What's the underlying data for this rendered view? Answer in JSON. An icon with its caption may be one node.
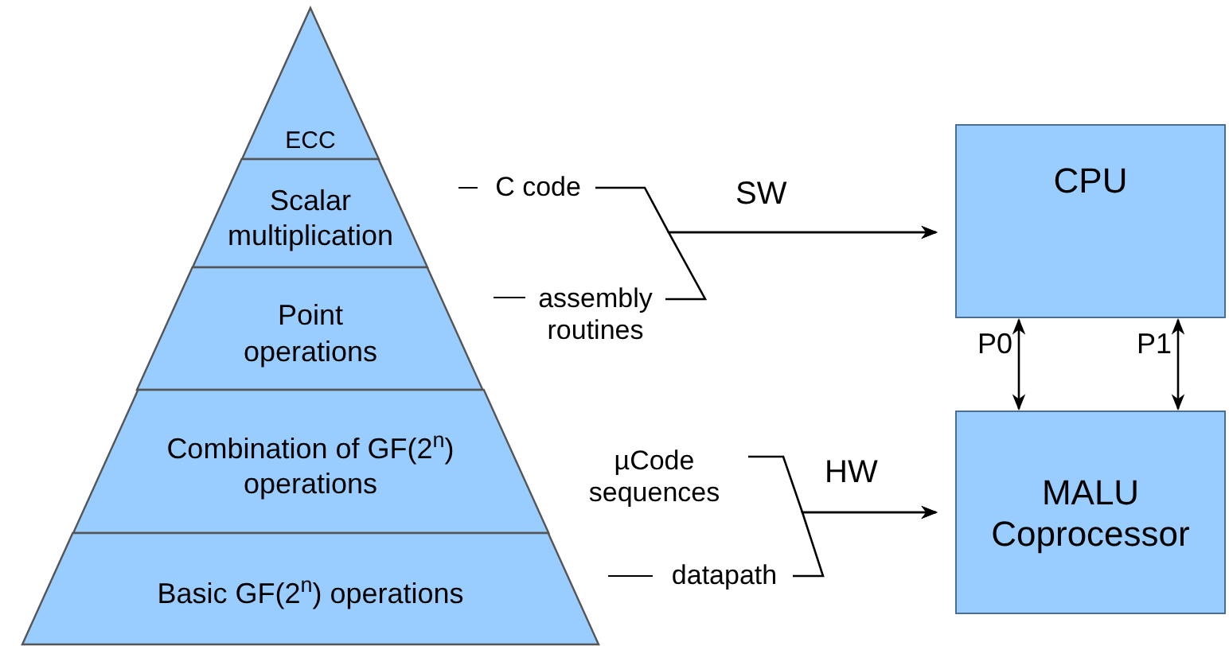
{
  "diagram": {
    "nodes": [
      {
        "text": [
          "ECC"
        ]
      },
      {
        "text": [
          "Scalar multiplication"
        ]
      },
      {
        "text": [
          "Point operations"
        ]
      },
      {
        "text": [
          "Combination of GF(2$^{n}$) operations"
        ]
      },
      {
        "text": [
          "Basic GF(2$^{n}$) operations"
        ]
      },
      {
        "text": [
          "C code"
        ]
      },
      {
        "text": [
          "assembly routines"
        ]
      },
      {
        "text": [
          "µCode sequences"
        ]
      },
      {
        "text": [
          "datapath"
        ]
      },
      {
        "text": [
          "CPU"
        ]
      },
      {
        "text": [
          "MALU Coprocessor"
        ]
      }
    ],
    "edges": [
      {
        "from": 5,
        "to": 9,
        "arrow": "to"
      },
      {
        "from": 6,
        "to": 9,
        "arrow": "to"
      },
      {
        "from": 7,
        "to": 10,
        "arrow": "to"
      },
      {
        "from": 8,
        "to": 10,
        "arrow": "to"
      },
      {
        "from": 9,
        "to": 10,
        "arrow": "both",
        "label": "P0"
      },
      {
        "from": 9,
        "to": 10,
        "arrow": "both",
        "label": "P1"
      }
    ],
    "labels": [
      "SW",
      "HW"
    ]
  }
}
